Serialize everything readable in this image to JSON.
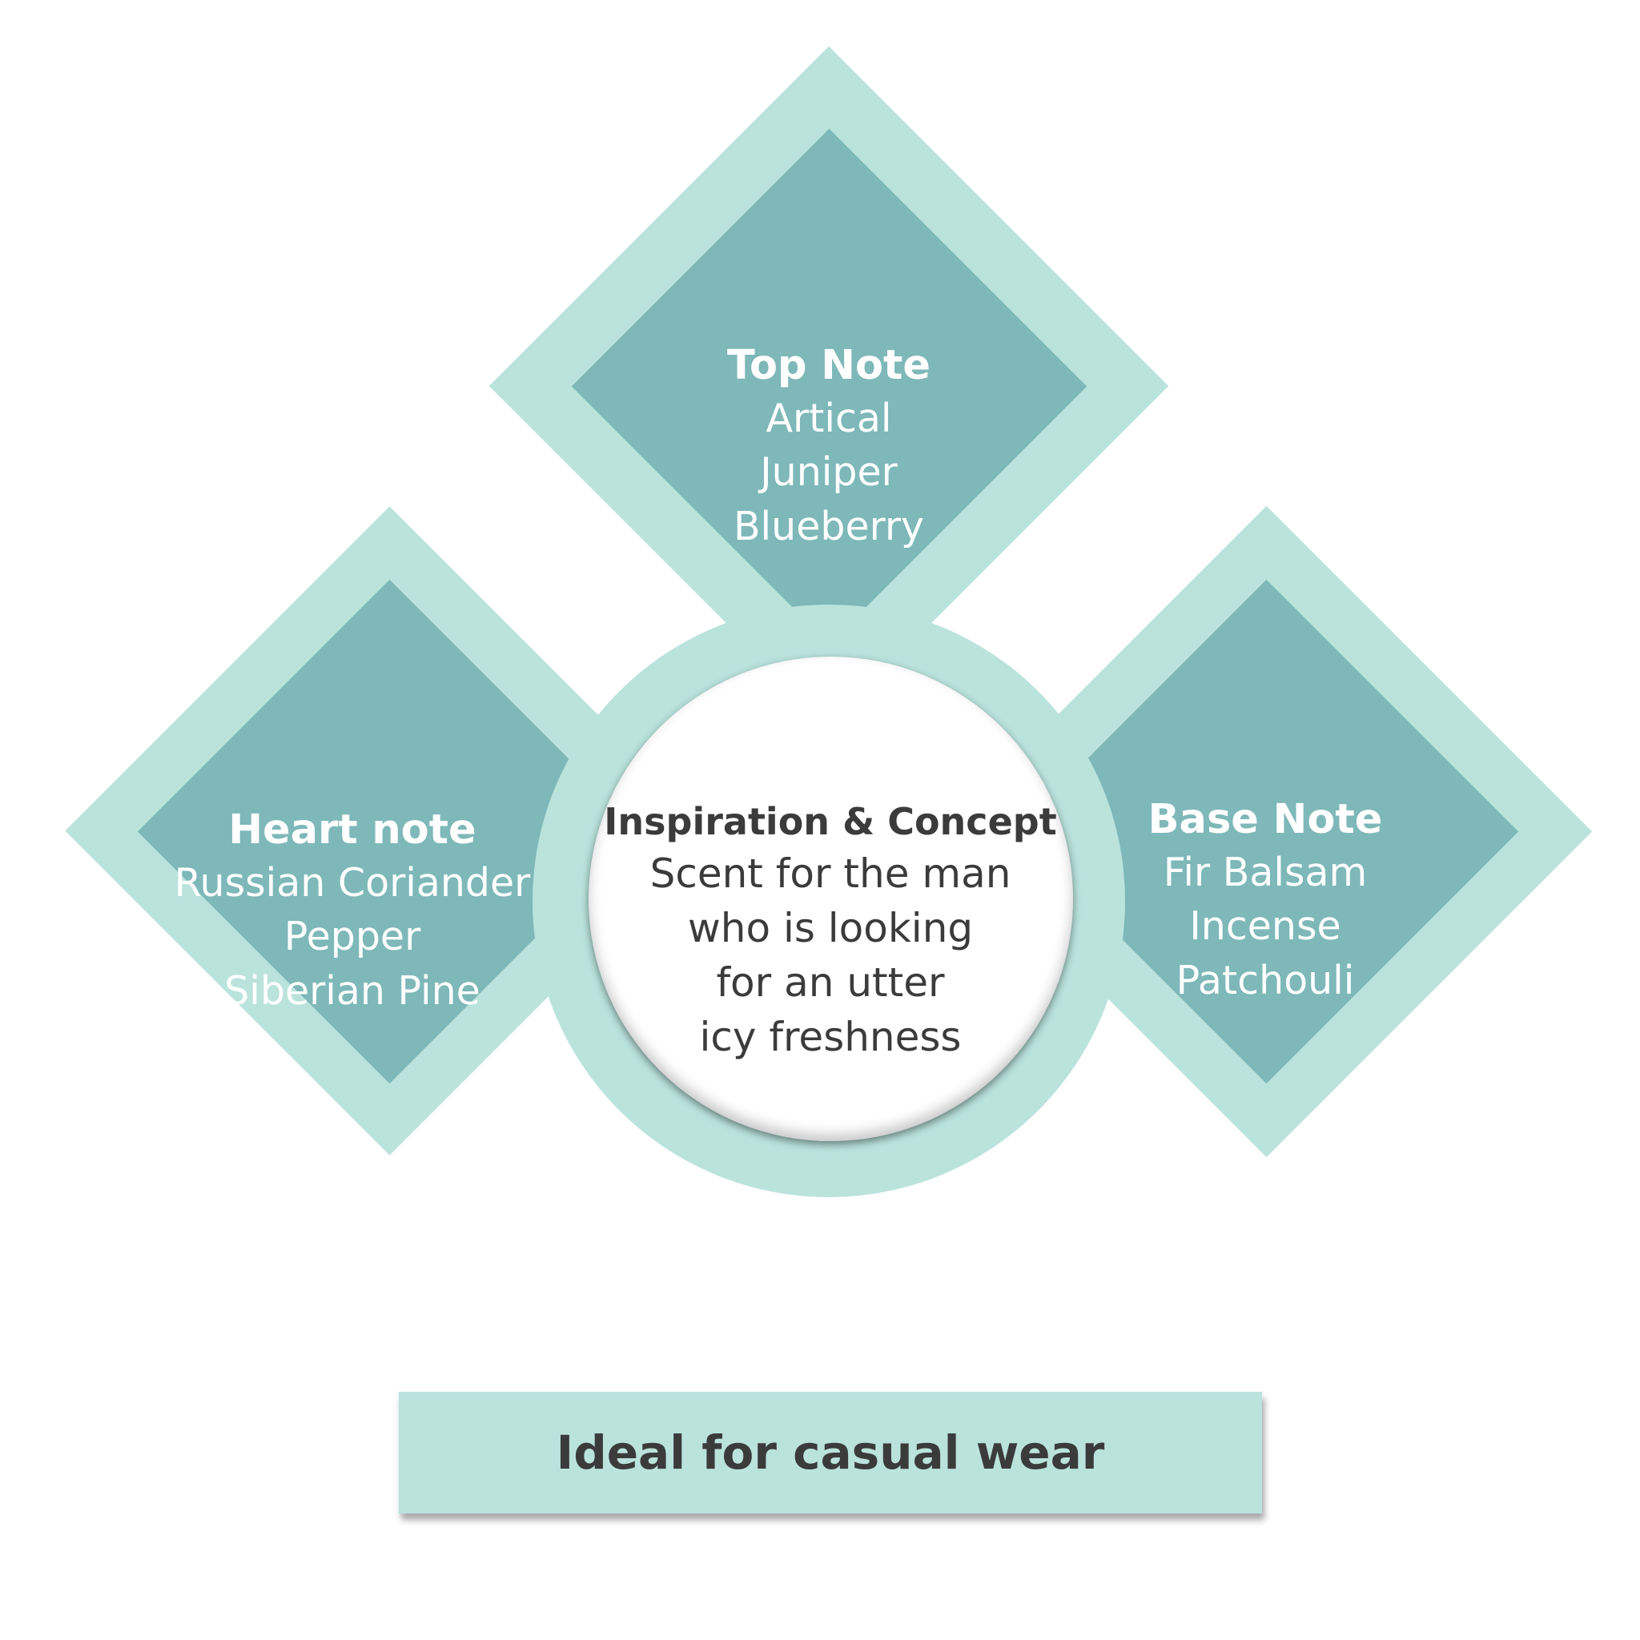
{
  "top_note": {
    "title": "Top Note",
    "items": [
      "Artical",
      "Juniper",
      "Blueberry"
    ]
  },
  "heart_note": {
    "title": "Heart note",
    "items": [
      "Russian Coriander",
      "Pepper",
      "Siberian Pine"
    ]
  },
  "base_note": {
    "title": "Base Note",
    "items": [
      "Fir Balsam",
      "Incense",
      "Patchouli"
    ]
  },
  "concept": {
    "title": "Inspiration & Concept",
    "lines": [
      "Scent for the man",
      "who is looking",
      "for an utter",
      "icy freshness"
    ]
  },
  "banner": {
    "text": "Ideal for casual wear"
  },
  "colors": {
    "light_teal": "#bae3dc",
    "mid_teal": "#7eb8b9",
    "text_dark": "#3b3b3b",
    "text_light": "#ffffff"
  }
}
